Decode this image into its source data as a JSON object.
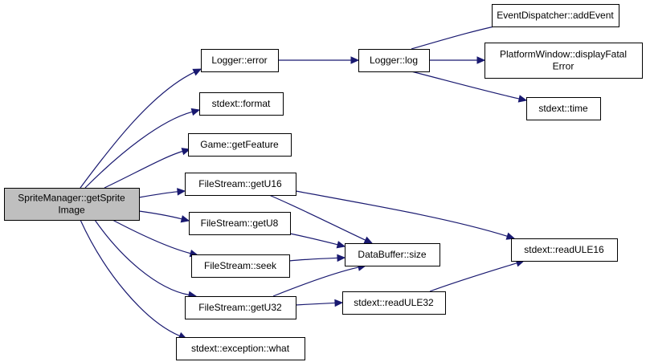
{
  "colors": {
    "edge": "#191970",
    "root_fill": "#bfbfbf",
    "node_fill": "#ffffff",
    "node_border": "#000000"
  },
  "nodes": [
    {
      "id": "sprite_get_image",
      "lines": [
        "SpriteManager::getSprite",
        "Image"
      ],
      "root": true
    },
    {
      "id": "logger_error",
      "lines": [
        "Logger::error"
      ]
    },
    {
      "id": "logger_log",
      "lines": [
        "Logger::log"
      ]
    },
    {
      "id": "add_event",
      "lines": [
        "EventDispatcher::addEvent"
      ]
    },
    {
      "id": "display_fatal",
      "lines": [
        "PlatformWindow::displayFatal",
        "Error"
      ]
    },
    {
      "id": "stdext_time",
      "lines": [
        "stdext::time"
      ]
    },
    {
      "id": "stdext_format",
      "lines": [
        "stdext::format"
      ]
    },
    {
      "id": "game_get_feature",
      "lines": [
        "Game::getFeature"
      ]
    },
    {
      "id": "fs_get_u16",
      "lines": [
        "FileStream::getU16"
      ]
    },
    {
      "id": "fs_get_u8",
      "lines": [
        "FileStream::getU8"
      ]
    },
    {
      "id": "fs_seek",
      "lines": [
        "FileStream::seek"
      ]
    },
    {
      "id": "fs_get_u32",
      "lines": [
        "FileStream::getU32"
      ]
    },
    {
      "id": "exception_what",
      "lines": [
        "stdext::exception::what"
      ]
    },
    {
      "id": "databuffer_size",
      "lines": [
        "DataBuffer::size"
      ]
    },
    {
      "id": "read_ule16",
      "lines": [
        "stdext::readULE16"
      ]
    },
    {
      "id": "read_ule32",
      "lines": [
        "stdext::readULE32"
      ]
    }
  ],
  "edges": [
    [
      "sprite_get_image",
      "logger_error"
    ],
    [
      "sprite_get_image",
      "stdext_format"
    ],
    [
      "sprite_get_image",
      "game_get_feature"
    ],
    [
      "sprite_get_image",
      "fs_get_u16"
    ],
    [
      "sprite_get_image",
      "fs_get_u8"
    ],
    [
      "sprite_get_image",
      "fs_seek"
    ],
    [
      "sprite_get_image",
      "fs_get_u32"
    ],
    [
      "sprite_get_image",
      "exception_what"
    ],
    [
      "logger_error",
      "logger_log"
    ],
    [
      "logger_log",
      "add_event"
    ],
    [
      "logger_log",
      "display_fatal"
    ],
    [
      "logger_log",
      "stdext_time"
    ],
    [
      "fs_get_u16",
      "databuffer_size"
    ],
    [
      "fs_get_u16",
      "read_ule16"
    ],
    [
      "fs_get_u8",
      "databuffer_size"
    ],
    [
      "fs_seek",
      "databuffer_size"
    ],
    [
      "fs_get_u32",
      "databuffer_size"
    ],
    [
      "fs_get_u32",
      "read_ule32"
    ],
    [
      "read_ule32",
      "read_ule16"
    ]
  ]
}
